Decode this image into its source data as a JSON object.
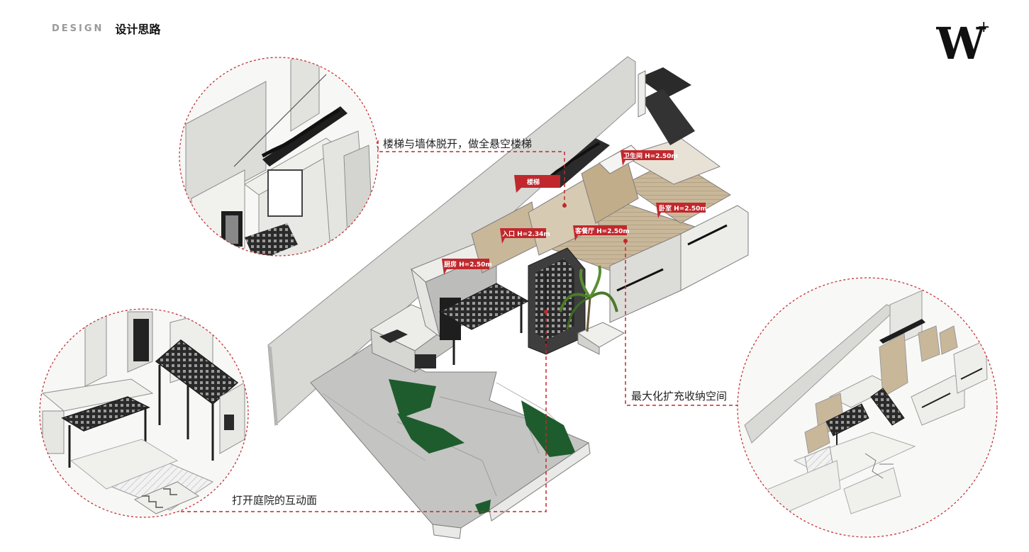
{
  "header": {
    "section_en": "DESIGN",
    "section_cn": "设计思路"
  },
  "logo": {
    "letter": "W",
    "mark": "+"
  },
  "annotations": {
    "stair": "楼梯与墙体脱开，做全悬空楼梯",
    "storage": "最大化扩充收纳空间",
    "courtyard": "打开庭院的互动面"
  },
  "room_tags": {
    "bathroom": "卫生间 H=2.50m",
    "stairs": "楼梯",
    "bedroom": "卧室 H=2.50m",
    "entrance": "入口 H=2.34m",
    "living": "客餐厅 H=2.50m",
    "kitchen": "厨房 H=2.50m"
  },
  "colors": {
    "accent_red": "#c0282d",
    "dashed_line": "#c0282d",
    "wall_gray": "#d9d9d6",
    "wood": "#c9b79a",
    "lawn_green": "#1e5c2e",
    "paving": "#c8c8c8"
  },
  "icons": [
    "brand-logo",
    "palm-tree-icon",
    "pergola"
  ]
}
